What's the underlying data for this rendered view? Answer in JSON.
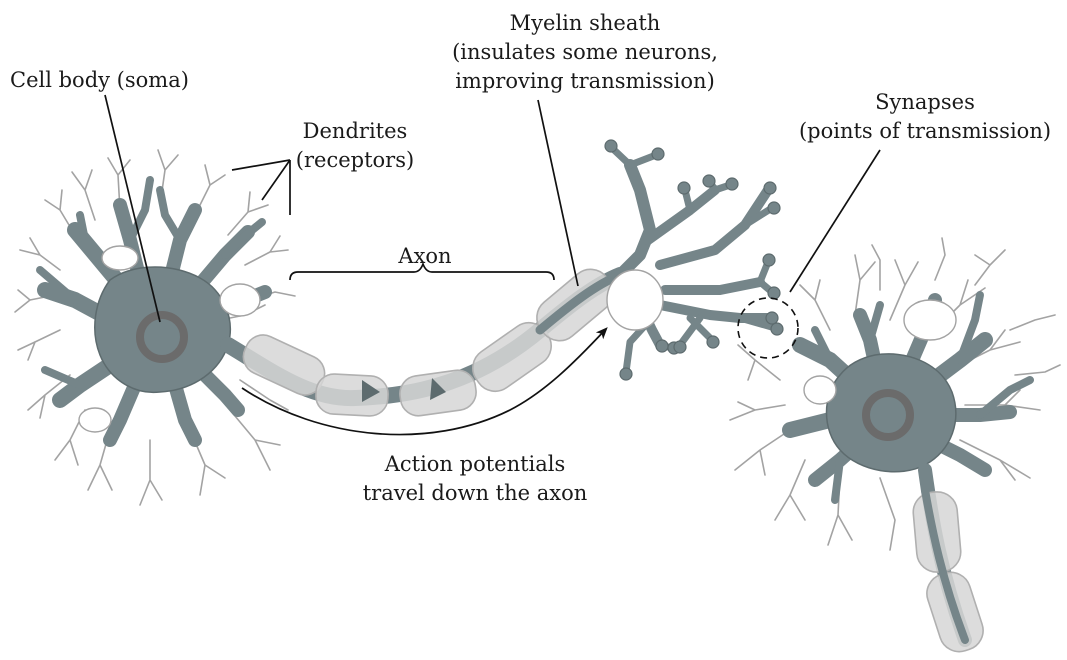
{
  "labels": {
    "cell_body": "Cell body (soma)",
    "dendrites_line1": "Dendrites",
    "dendrites_line2": "(receptors)",
    "myelin_line1": "Myelin sheath",
    "myelin_line2": "(insulates some neurons,",
    "myelin_line3": "improving transmission)",
    "synapses_line1": "Synapses",
    "synapses_line2": "(points of transmission)",
    "axon": "Axon",
    "action_line1": "Action potentials",
    "action_line2": "travel down the axon"
  },
  "colors": {
    "cell_fill": "#758589",
    "nucleus": "#6b6b6b",
    "myelin": "#d6d6d6",
    "fine_branches": "#a3a3a3",
    "text": "#1a1a1a"
  }
}
